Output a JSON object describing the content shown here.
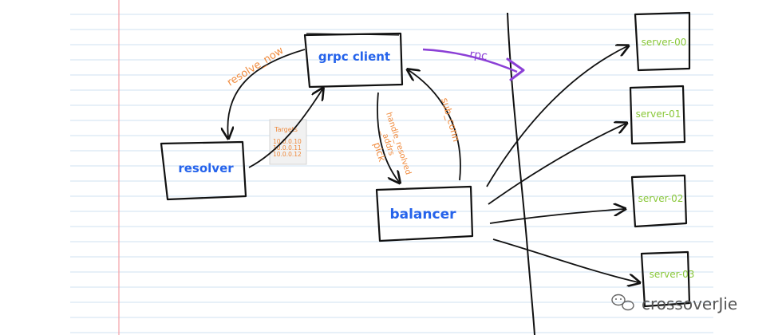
{
  "diagram": {
    "nodes": {
      "grpc_client": "grpc client",
      "resolver": "resolver",
      "balancer": "balancer"
    },
    "servers": [
      "server-00",
      "server-01",
      "server-02",
      "server-03"
    ],
    "edges": {
      "resolve_now": "resolve_now",
      "rpc": "rpc",
      "pick": "pick",
      "handle_resolved_line1": "handle_resolved",
      "handle_resolved_line2": "_addrs",
      "sub_conn": "sub_conn"
    },
    "targets_note": {
      "title": "Targets",
      "addresses": [
        "10.0.0.10",
        "10.0.0.11",
        "10.0.0.12"
      ]
    }
  },
  "watermark": "crossoverJie",
  "colors": {
    "node_text": "#2563eb",
    "edge_text": "#f08a3c",
    "rpc_arrow": "#8b3fd6",
    "server_text": "#8ac83a",
    "paper_line": "#cfe0f2",
    "margin_line": "#f2a0a6"
  }
}
